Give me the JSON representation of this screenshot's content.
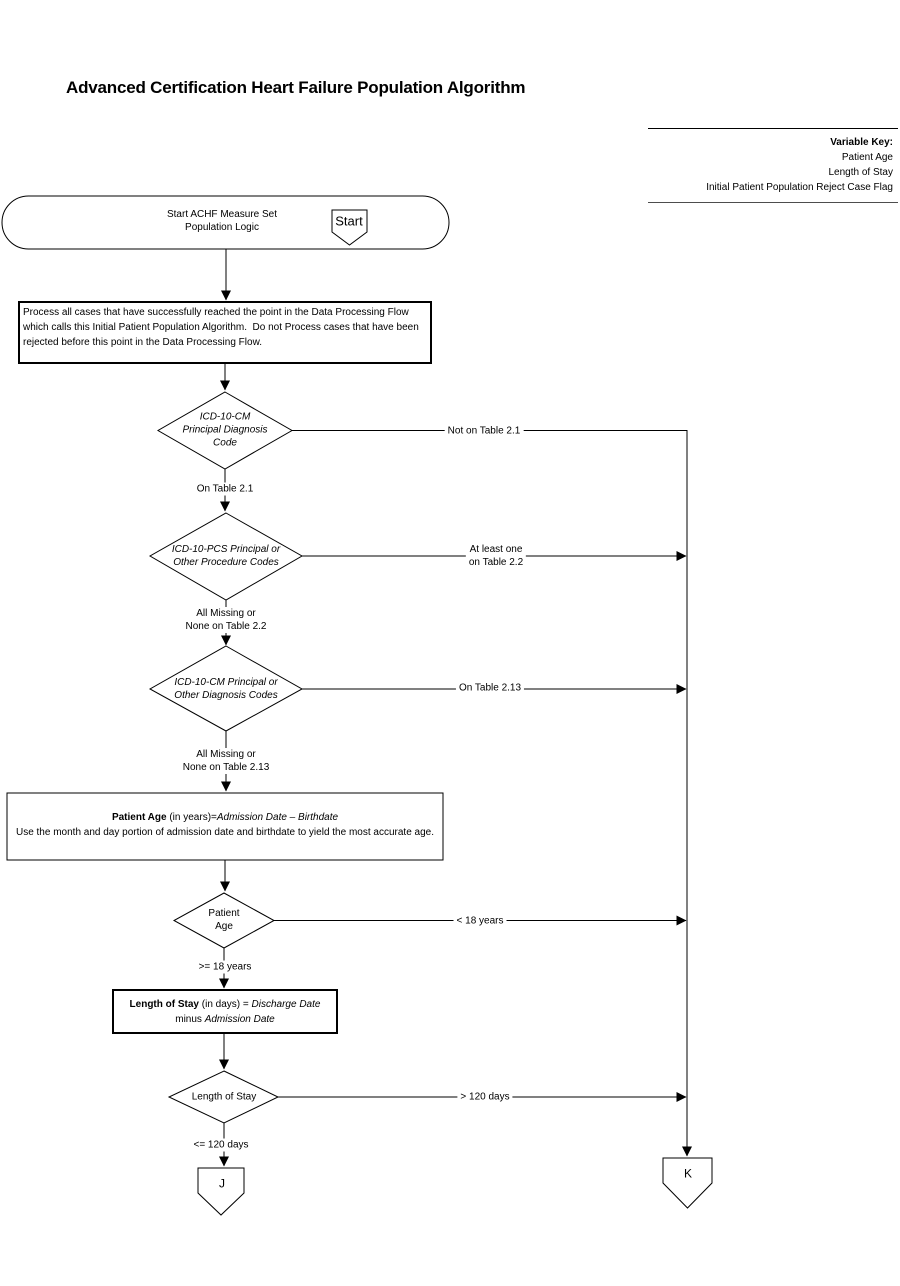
{
  "title": "Advanced Certification Heart Failure Population Algorithm",
  "variable_key": {
    "heading": "Variable Key:",
    "items": [
      "Patient Age",
      "Length of Stay",
      "Initial Patient Population Reject Case Flag"
    ]
  },
  "start_terminator": {
    "line1": "Start ACHF Measure Set",
    "line2": "Population Logic",
    "connector_label": "Start"
  },
  "process_box": {
    "text": "Process all cases that have successfully reached the point in the Data Processing Flow which calls this Initial Patient Population Algorithm.  Do not Process cases that have been rejected before this point in the Data Processing Flow."
  },
  "decision_principal_diagnosis": {
    "line1": "ICD-10-CM",
    "line2": "Principal Diagnosis",
    "line3": "Code",
    "branch_right": "Not on Table 2.1",
    "branch_down": "On Table 2.1"
  },
  "decision_procedure_codes": {
    "line1": "ICD-10-PCS Principal or",
    "line2": "Other Procedure Codes",
    "branch_right_line1": "At least one",
    "branch_right_line2": "on Table 2.2",
    "branch_down_line1": "All Missing or",
    "branch_down_line2": "None on Table 2.2"
  },
  "decision_other_diagnosis": {
    "line1": "ICD-10-CM Principal or",
    "line2": "Other Diagnosis Codes",
    "branch_right": "On Table 2.13",
    "branch_down_line1": "All Missing or",
    "branch_down_line2": "None on Table 2.13"
  },
  "patient_age_box": {
    "bold": "Patient Age",
    "mid": " (in years)=",
    "italic": "Admission Date – Birthdate",
    "line2": "Use the month and day portion of admission date and birthdate to yield the most accurate age."
  },
  "decision_patient_age": {
    "line1": "Patient",
    "line2": "Age",
    "branch_right": "< 18 years",
    "branch_down": ">= 18 years"
  },
  "length_of_stay_box": {
    "bold": "Length of Stay",
    "mid": " (in days) = ",
    "italic1": "Discharge Date",
    "line2_plain": "minus ",
    "italic2": "Admission Date"
  },
  "decision_length_of_stay": {
    "text": "Length of Stay",
    "branch_right": "> 120 days",
    "branch_down": "<= 120 days"
  },
  "offpage_connectors": {
    "j": "J",
    "k": "K"
  }
}
